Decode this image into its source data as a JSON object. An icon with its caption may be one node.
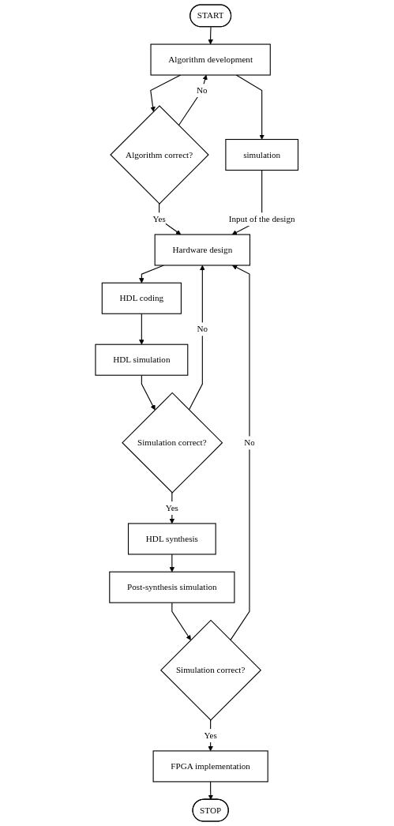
{
  "diagram": {
    "nodes": [
      {
        "text": [
          "START"
        ]
      },
      {
        "text": [
          "Algorithm development"
        ]
      },
      {
        "text": [
          "simulation"
        ]
      },
      {
        "text": [
          "Algorithm correct?"
        ]
      },
      {
        "text": [
          "Hardware design"
        ]
      },
      {
        "text": [
          "HDL coding"
        ]
      },
      {
        "text": [
          "HDL simulation"
        ]
      },
      {
        "text": [
          "Simulation correct?"
        ]
      },
      {
        "text": [
          "HDL synthesis"
        ]
      },
      {
        "text": [
          "Post-synthesis simulation"
        ]
      },
      {
        "text": [
          "Simulation correct?"
        ]
      },
      {
        "text": [
          "FPGA implementation"
        ]
      },
      {
        "text": [
          "STOP"
        ]
      }
    ],
    "edges": [
      {
        "from": 0,
        "to": 1,
        "arrow": "to"
      },
      {
        "from": 1,
        "to": 2,
        "arrow": "to"
      },
      {
        "from": 1,
        "to": 3,
        "arrow": "to"
      },
      {
        "from": 3,
        "to": 1,
        "label": "No",
        "arrow": "to"
      },
      {
        "from": 3,
        "to": 4,
        "label": "Yes",
        "arrow": "to"
      },
      {
        "from": 2,
        "to": 4,
        "label": "Input of the design",
        "arrow": "to"
      },
      {
        "from": 4,
        "to": 5,
        "arrow": "to"
      },
      {
        "from": 5,
        "to": 6,
        "arrow": "to"
      },
      {
        "from": 6,
        "to": 7,
        "arrow": "to"
      },
      {
        "from": 7,
        "to": 4,
        "label": "No",
        "arrow": "to"
      },
      {
        "from": 7,
        "to": 8,
        "label": "Yes",
        "arrow": "to"
      },
      {
        "from": 8,
        "to": 9,
        "arrow": "to"
      },
      {
        "from": 9,
        "to": 10,
        "arrow": "to"
      },
      {
        "from": 10,
        "to": 4,
        "label": "No",
        "arrow": "to"
      },
      {
        "from": 10,
        "to": 11,
        "label": "Yes",
        "arrow": "to"
      },
      {
        "from": 11,
        "to": 12,
        "arrow": "to"
      }
    ]
  }
}
